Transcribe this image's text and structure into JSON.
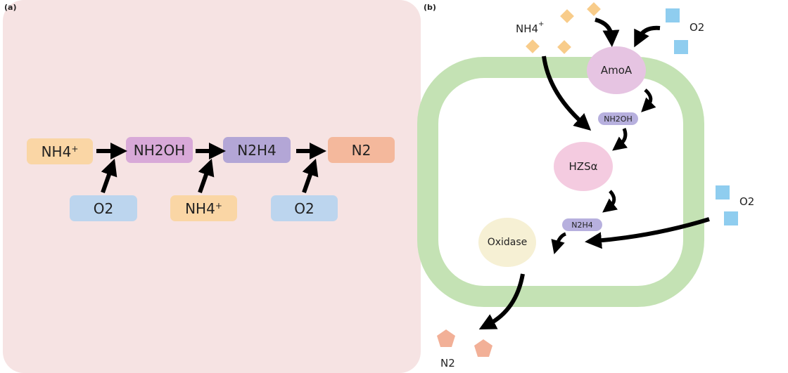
{
  "panel_a": {
    "label": "(a)",
    "row1": {
      "nh4": "NH4",
      "nh4_charge": "+",
      "nh2oh": "NH2OH",
      "n2h4": "N2H4",
      "n2": "N2"
    },
    "row2": {
      "o2_first": "O2",
      "nh4": "NH4",
      "nh4_charge": "+",
      "o2_second": "O2"
    },
    "colors": {
      "background": "#f6e3e3",
      "nh4": "#fad6a5",
      "nh2oh": "#d8a9d8",
      "n2h4": "#b3a6d6",
      "n2": "#f4b89c",
      "o2": "#bcd5ee"
    }
  },
  "panel_b": {
    "label": "(b)",
    "nh4_label": "NH4",
    "nh4_charge": "+",
    "o2_top_label": "O2",
    "o2_right_label": "O2",
    "n2_label": "N2",
    "amoa": "AmoA",
    "nh2oh": "NH2OH",
    "hzsa": "HZSα",
    "n2h4": "N2H4",
    "oxidase": "Oxidase",
    "colors": {
      "cell_wall": "#c4e2b4",
      "amoa": "#e6c4e2",
      "hzsa": "#f4cbe0",
      "oxidase": "#f6f0d4",
      "pill": "#b7b0de",
      "nh4_diamond": "#f8cc8a",
      "o2_square": "#8fcdef",
      "n2_pentagon": "#f2b097"
    }
  }
}
